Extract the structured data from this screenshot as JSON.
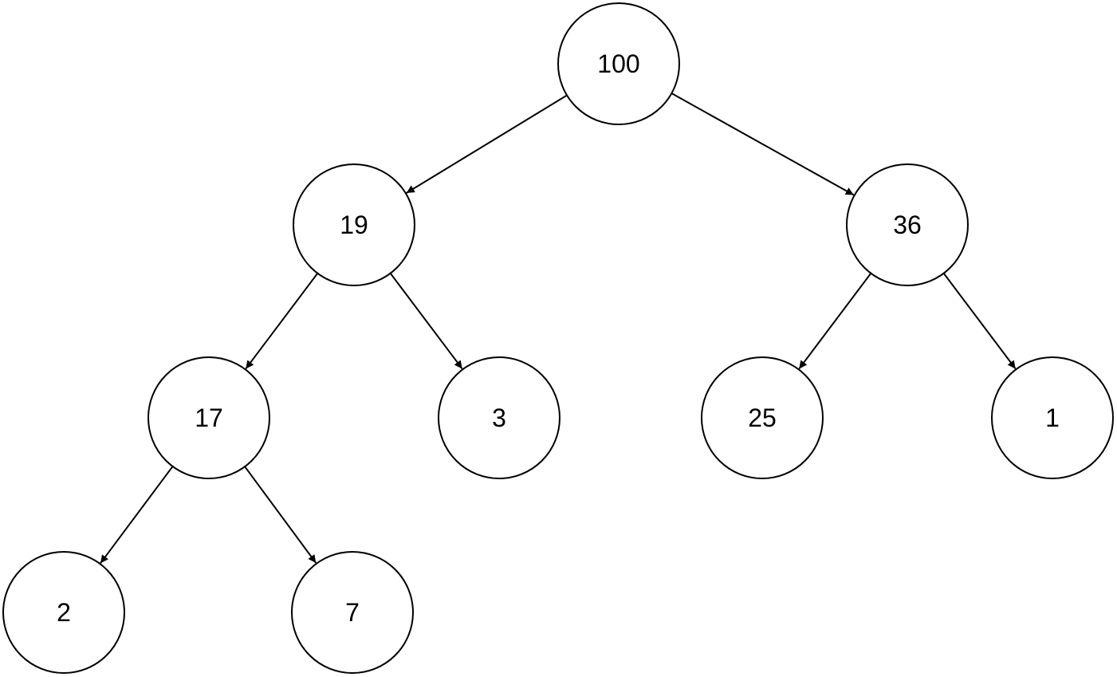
{
  "diagram": {
    "type": "binary-tree",
    "nodes": [
      {
        "id": "n100",
        "label": "100"
      },
      {
        "id": "n19",
        "label": "19"
      },
      {
        "id": "n36",
        "label": "36"
      },
      {
        "id": "n17",
        "label": "17"
      },
      {
        "id": "n3",
        "label": "3"
      },
      {
        "id": "n25",
        "label": "25"
      },
      {
        "id": "n1",
        "label": "1"
      },
      {
        "id": "n2",
        "label": "2"
      },
      {
        "id": "n7",
        "label": "7"
      }
    ],
    "edges": [
      {
        "from": "n100",
        "to": "n19"
      },
      {
        "from": "n100",
        "to": "n36"
      },
      {
        "from": "n19",
        "to": "n17"
      },
      {
        "from": "n19",
        "to": "n3"
      },
      {
        "from": "n36",
        "to": "n25"
      },
      {
        "from": "n36",
        "to": "n1"
      },
      {
        "from": "n17",
        "to": "n2"
      },
      {
        "from": "n17",
        "to": "n7"
      }
    ],
    "stroke_color": "#000000",
    "fill_color": "#ffffff"
  }
}
